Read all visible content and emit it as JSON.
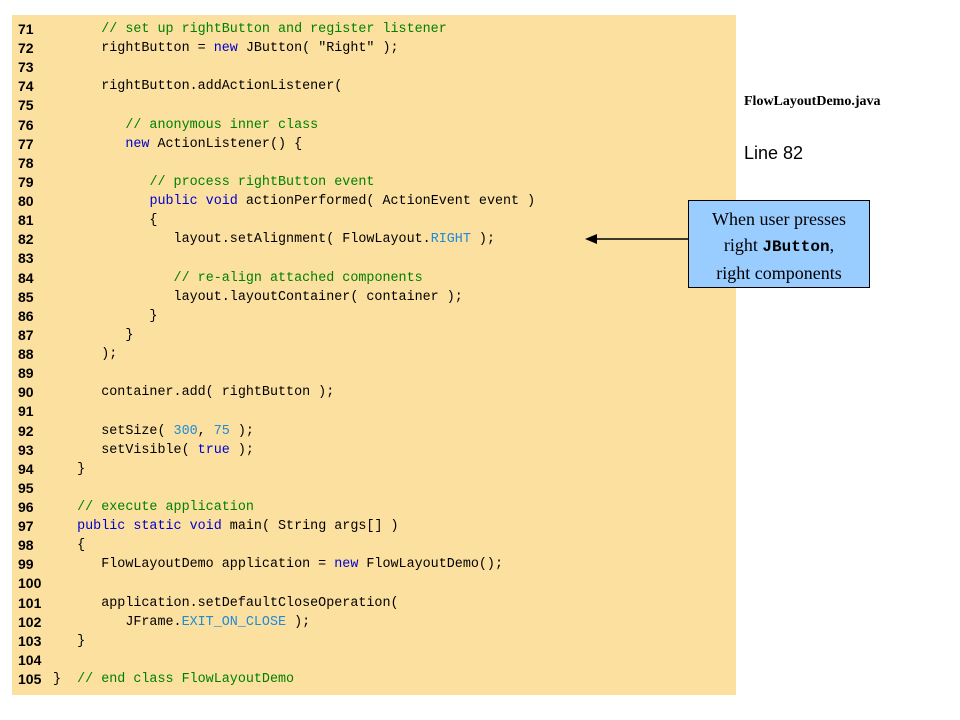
{
  "sidebar": {
    "file_name": "FlowLayoutDemo.java",
    "line_ref": "Line 82"
  },
  "callout": {
    "line1": "When user presses",
    "line2_pre": "right ",
    "line2_code": "JButton",
    "line2_post": ",",
    "line3": "right components"
  },
  "colors": {
    "panel_bg": "#fbe0a0",
    "comment": "#008000",
    "keyword": "#0000cc",
    "constant": "#1e8ad8",
    "callout_bg": "#99ccff"
  },
  "code_lines": [
    {
      "num": "71",
      "tokens": [
        {
          "t": "      ",
          "c": "plain"
        },
        {
          "t": "// set up rightButton and register listener",
          "c": "comment"
        }
      ]
    },
    {
      "num": "72",
      "tokens": [
        {
          "t": "      rightButton = ",
          "c": "plain"
        },
        {
          "t": "new",
          "c": "keyword"
        },
        {
          "t": " JButton( ",
          "c": "plain"
        },
        {
          "t": "\"Right\"",
          "c": "string"
        },
        {
          "t": " );",
          "c": "plain"
        }
      ]
    },
    {
      "num": "73",
      "tokens": []
    },
    {
      "num": "74",
      "tokens": [
        {
          "t": "      rightButton.addActionListener(",
          "c": "plain"
        }
      ]
    },
    {
      "num": "75",
      "tokens": []
    },
    {
      "num": "76",
      "tokens": [
        {
          "t": "         ",
          "c": "plain"
        },
        {
          "t": "// anonymous inner class",
          "c": "comment"
        }
      ]
    },
    {
      "num": "77",
      "tokens": [
        {
          "t": "         ",
          "c": "plain"
        },
        {
          "t": "new",
          "c": "keyword"
        },
        {
          "t": " ActionListener() {",
          "c": "plain"
        }
      ]
    },
    {
      "num": "78",
      "tokens": []
    },
    {
      "num": "79",
      "tokens": [
        {
          "t": "            ",
          "c": "plain"
        },
        {
          "t": "// process rightButton event",
          "c": "comment"
        }
      ]
    },
    {
      "num": "80",
      "tokens": [
        {
          "t": "            ",
          "c": "plain"
        },
        {
          "t": "public void",
          "c": "keyword"
        },
        {
          "t": " actionPerformed( ActionEvent event )",
          "c": "plain"
        }
      ]
    },
    {
      "num": "81",
      "tokens": [
        {
          "t": "            {",
          "c": "plain"
        }
      ]
    },
    {
      "num": "82",
      "tokens": [
        {
          "t": "               layout.setAlignment( FlowLayout.",
          "c": "plain"
        },
        {
          "t": "RIGHT",
          "c": "const"
        },
        {
          "t": " );",
          "c": "plain"
        }
      ]
    },
    {
      "num": "83",
      "tokens": []
    },
    {
      "num": "84",
      "tokens": [
        {
          "t": "               ",
          "c": "plain"
        },
        {
          "t": "// re-align attached components",
          "c": "comment"
        }
      ]
    },
    {
      "num": "85",
      "tokens": [
        {
          "t": "               layout.layoutContainer( container );",
          "c": "plain"
        }
      ]
    },
    {
      "num": "86",
      "tokens": [
        {
          "t": "            }",
          "c": "plain"
        }
      ]
    },
    {
      "num": "87",
      "tokens": [
        {
          "t": "         }",
          "c": "plain"
        }
      ]
    },
    {
      "num": "88",
      "tokens": [
        {
          "t": "      );",
          "c": "plain"
        }
      ]
    },
    {
      "num": "89",
      "tokens": []
    },
    {
      "num": "90",
      "tokens": [
        {
          "t": "      container.add( rightButton );",
          "c": "plain"
        }
      ]
    },
    {
      "num": "91",
      "tokens": []
    },
    {
      "num": "92",
      "tokens": [
        {
          "t": "      setSize( ",
          "c": "plain"
        },
        {
          "t": "300",
          "c": "const"
        },
        {
          "t": ", ",
          "c": "plain"
        },
        {
          "t": "75",
          "c": "const"
        },
        {
          "t": " );",
          "c": "plain"
        }
      ]
    },
    {
      "num": "93",
      "tokens": [
        {
          "t": "      setVisible( ",
          "c": "plain"
        },
        {
          "t": "true",
          "c": "keyword"
        },
        {
          "t": " );",
          "c": "plain"
        }
      ]
    },
    {
      "num": "94",
      "tokens": [
        {
          "t": "   }",
          "c": "plain"
        }
      ]
    },
    {
      "num": "95",
      "tokens": []
    },
    {
      "num": "96",
      "tokens": [
        {
          "t": "   ",
          "c": "plain"
        },
        {
          "t": "// execute application",
          "c": "comment"
        }
      ]
    },
    {
      "num": "97",
      "tokens": [
        {
          "t": "   ",
          "c": "plain"
        },
        {
          "t": "public static void",
          "c": "keyword"
        },
        {
          "t": " main( String args[] )",
          "c": "plain"
        }
      ]
    },
    {
      "num": "98",
      "tokens": [
        {
          "t": "   {",
          "c": "plain"
        }
      ]
    },
    {
      "num": "99",
      "tokens": [
        {
          "t": "      FlowLayoutDemo application = ",
          "c": "plain"
        },
        {
          "t": "new",
          "c": "keyword"
        },
        {
          "t": " FlowLayoutDemo();",
          "c": "plain"
        }
      ]
    },
    {
      "num": "100",
      "tokens": []
    },
    {
      "num": "101",
      "tokens": [
        {
          "t": "      application.setDefaultCloseOperation(",
          "c": "plain"
        }
      ]
    },
    {
      "num": "102",
      "tokens": [
        {
          "t": "         JFrame.",
          "c": "plain"
        },
        {
          "t": "EXIT_ON_CLOSE",
          "c": "const"
        },
        {
          "t": " );",
          "c": "plain"
        }
      ]
    },
    {
      "num": "103",
      "tokens": [
        {
          "t": "   }",
          "c": "plain"
        }
      ]
    },
    {
      "num": "104",
      "tokens": []
    },
    {
      "num": "105",
      "tokens": [
        {
          "t": "}  ",
          "c": "plain"
        },
        {
          "t": "// end class FlowLayoutDemo",
          "c": "comment"
        }
      ]
    }
  ]
}
